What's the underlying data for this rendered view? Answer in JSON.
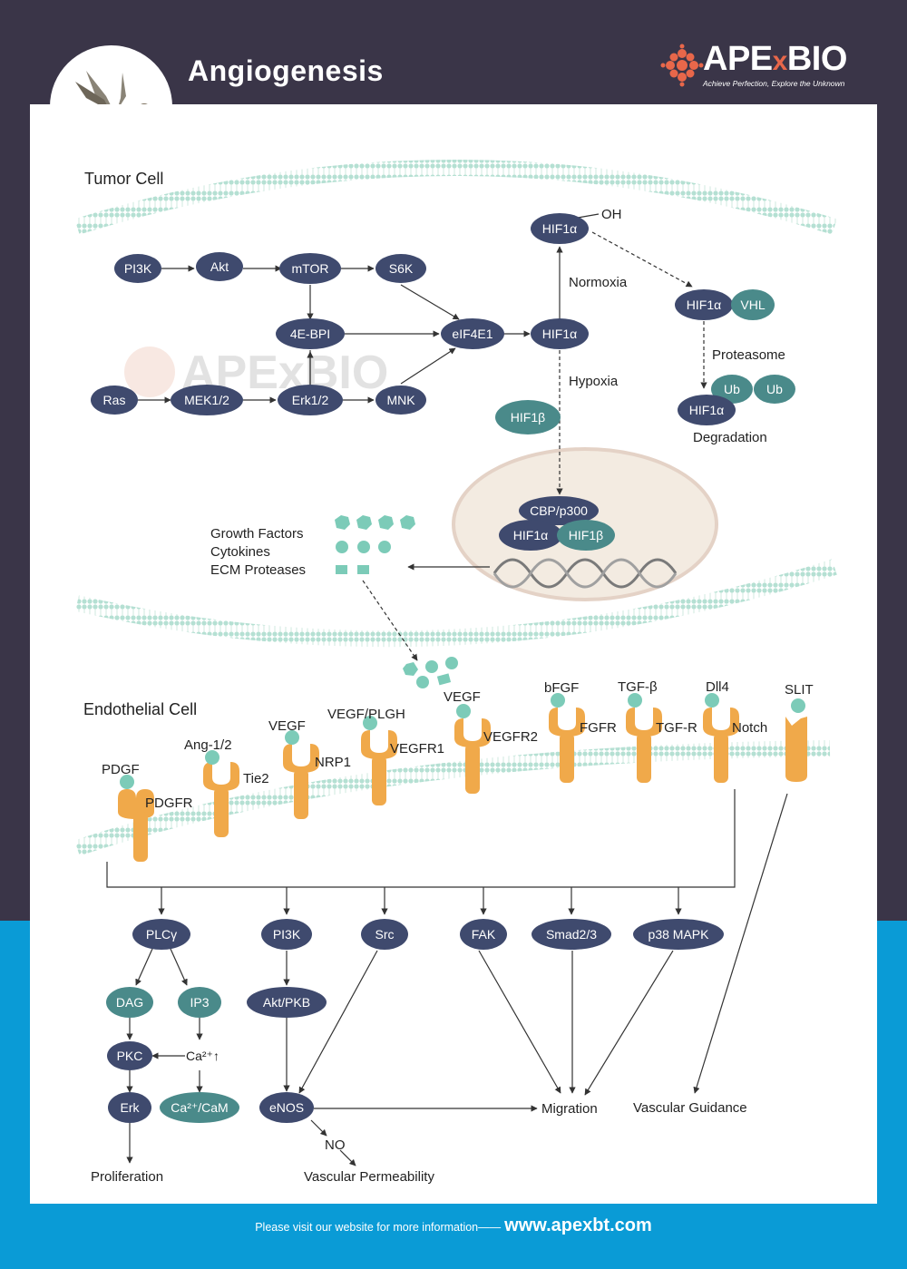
{
  "header": {
    "title": "Angiogenesis",
    "logo": "APExBIO",
    "logo_a": "APE",
    "logo_x": "x",
    "logo_b": "BIO",
    "tagline": "Achieve Perfection, Explore the Unknown"
  },
  "footer": {
    "prefix": "Please visit our website for more information——",
    "url": "www.apexbt.com"
  },
  "colors": {
    "dark_bg": "#3a3548",
    "blue_bg": "#0a9bd6",
    "node_dark": "#3f4a6e",
    "node_teal": "#4a8a8a",
    "ligand": "#7ccbb8",
    "receptor": "#f0a94a",
    "membrane": "#b5e0d3",
    "nucleus_fill": "#f3ebe1",
    "nucleus_stroke": "#e4d2c6",
    "logo_accent": "#e8674a"
  },
  "tumor": {
    "label": "Tumor Cell",
    "pi3k": "PI3K",
    "akt": "Akt",
    "mtor": "mTOR",
    "s6k": "S6K",
    "ebp": "4E-BPI",
    "eif": "eIF4E1",
    "ras": "Ras",
    "mek": "MEK1/2",
    "erk": "Erk1/2",
    "mnk": "MNK",
    "hif_mid": "HIF1α",
    "hif_top": "HIF1α",
    "oh": "OH",
    "normoxia": "Normoxia",
    "hypoxia": "Hypoxia",
    "hif_vhl": "HIF1α",
    "vhl": "VHL",
    "proteasome": "Proteasome",
    "ub1": "Ub",
    "ub2": "Ub",
    "hif_deg": "HIF1α",
    "degradation": "Degradation",
    "hif1b": "HIF1β",
    "cbp": "CBP/p300",
    "hif_nuc_a": "HIF1α",
    "hif_nuc_b": "HIF1β",
    "factors": [
      "Growth Factors",
      "Cytokines",
      "ECM Proteases"
    ]
  },
  "endothelial": {
    "label": "Endothelial Cell",
    "ligands": [
      "PDGF",
      "Ang-1/2",
      "VEGF",
      "VEGF/PLGH",
      "VEGF",
      "bFGF",
      "TGF-β",
      "Dll4",
      "SLIT"
    ],
    "receptors": [
      "PDGFR",
      "Tie2",
      "NRP1",
      "VEGFR1",
      "VEGFR2",
      "FGFR",
      "TGF-R",
      "Notch"
    ]
  },
  "downstream": {
    "plcg": "PLCγ",
    "pi3k": "PI3K",
    "src": "Src",
    "fak": "FAK",
    "smad": "Smad2/3",
    "p38": "p38 MAPK",
    "dag": "DAG",
    "ip3": "IP3",
    "aktpkb": "Akt/PKB",
    "pkc": "PKC",
    "ca": "Ca²⁺↑",
    "erk": "Erk",
    "cacam": "Ca²⁺/CaM",
    "enos": "eNOS",
    "no": "NO",
    "proliferation": "Proliferation",
    "permeability": "Vascular Permeability",
    "migration": "Migration",
    "guidance": "Vascular Guidance"
  }
}
